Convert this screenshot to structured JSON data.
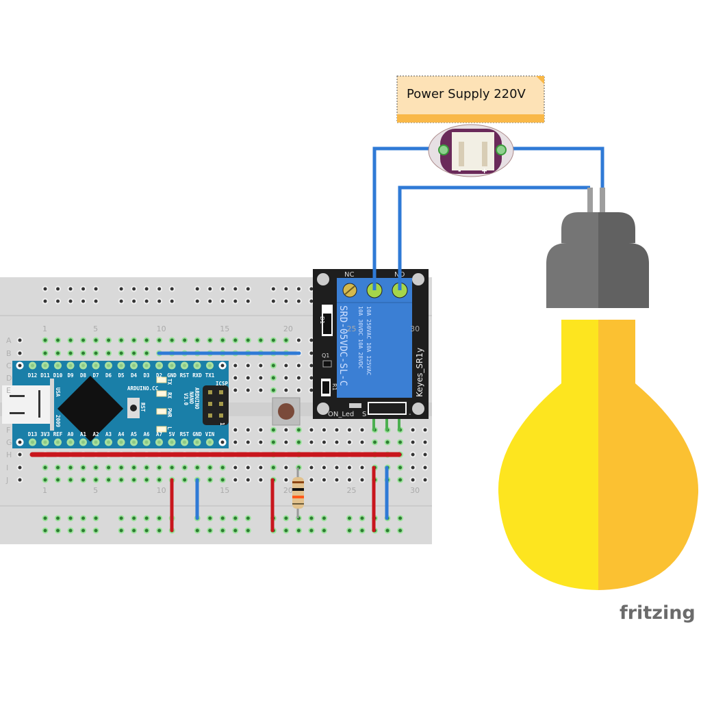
{
  "note": {
    "label": "Power Supply 220V"
  },
  "power_supply": {
    "minus": "-",
    "plus": "+"
  },
  "breadboard": {
    "rows_top": [
      "A",
      "B",
      "C",
      "D",
      "E"
    ],
    "rows_bottom": [
      "F",
      "G",
      "H",
      "I",
      "J"
    ],
    "column_labels": [
      "1",
      "5",
      "10",
      "15",
      "20",
      "25",
      "30"
    ]
  },
  "arduino": {
    "top_pins": [
      "D12",
      "D11",
      "D10",
      "D9",
      "D8",
      "D7",
      "D6",
      "D5",
      "D4",
      "D3",
      "D2",
      "GND",
      "RST",
      "RXD",
      "TX1"
    ],
    "bottom_pins": [
      "D13",
      "3V3",
      "REF",
      "A0",
      "A1",
      "A2",
      "A3",
      "A4",
      "A5",
      "A6",
      "A7",
      "5V",
      "RST",
      "GND",
      "VIN"
    ],
    "brand": "ARDUINO.CC",
    "model": [
      "ARDUINO",
      "NANO",
      "V3.0"
    ],
    "usa": "USA",
    "year": "2009",
    "rst": "RST",
    "leds": [
      "TX",
      "RX",
      "PWR",
      "L"
    ],
    "icsp": "ICSP",
    "icsp_pin1": "1"
  },
  "relay": {
    "nc": "NC",
    "no": "NO",
    "model": "SRD-05VDC-SL-C",
    "rating1": "10A 250VAC  10A 125VAC",
    "rating2": "10A  30VDC  10A  28VDC",
    "brand": "Keyes_SR1y",
    "d1": "D1",
    "q1": "Q1",
    "r1": "R1",
    "on_led": "ON_Led",
    "s": "S",
    "plus": "+",
    "minus": "-"
  },
  "logo": {
    "text": "fritzing"
  },
  "colors": {
    "wire_blue": "#2f7ad6",
    "wire_red": "#c8161d",
    "arduino": "#1a7fa8",
    "relay_blue": "#3b7fd4",
    "bulb_left": "#fde51f",
    "bulb_right": "#fbc132",
    "note": "#fde2b6"
  }
}
